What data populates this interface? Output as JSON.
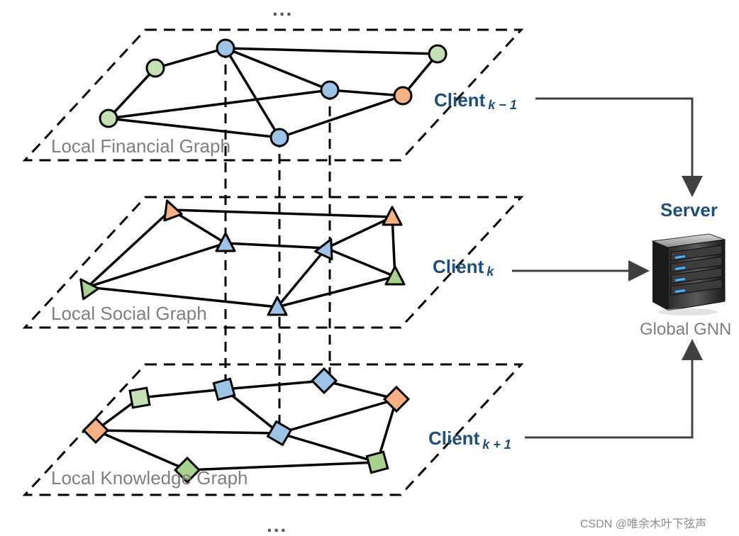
{
  "diagram": {
    "ellipsis_top": "...",
    "ellipsis_bottom": "...",
    "layers": [
      {
        "label": "Local Financial Graph",
        "client": "Client",
        "client_sub": "k − 1"
      },
      {
        "label": "Local Social Graph",
        "client": "Client",
        "client_sub": "k"
      },
      {
        "label": "Local Knowledge Graph",
        "client": "Client",
        "client_sub": "k + 1"
      }
    ],
    "server": {
      "title": "Server",
      "caption": "Global GNN"
    },
    "watermark": "CSDN @唯余木叶下弦声",
    "colors": {
      "blue": "#9dc3e6",
      "green": "#c5e0b4",
      "orange": "#f4b183",
      "stroke": "#000000",
      "arrow": "#404040",
      "accent": "#1f4e79"
    },
    "icons": [
      "server-rack-icon"
    ]
  }
}
